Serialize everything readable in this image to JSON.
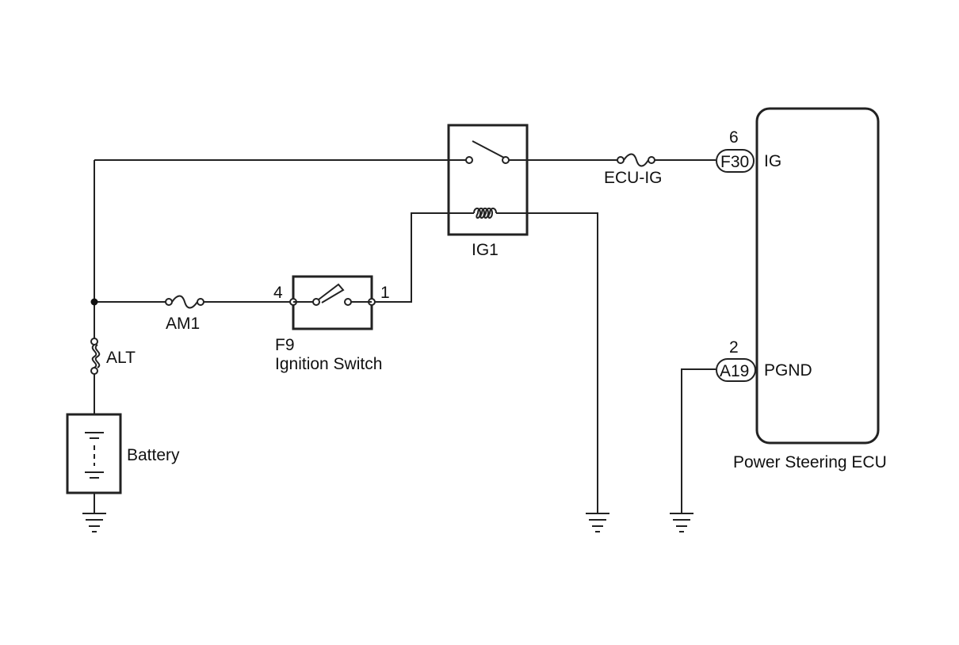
{
  "components": {
    "battery": {
      "label": "Battery"
    },
    "alt_fuse": {
      "label": "ALT"
    },
    "am1_fuse": {
      "label": "AM1"
    },
    "ignition_switch": {
      "connector": "F9",
      "label": "Ignition Switch",
      "pin_in": "4",
      "pin_out": "1"
    },
    "ig1_relay": {
      "label": "IG1"
    },
    "ecu_ig_fuse": {
      "label": "ECU-IG"
    },
    "ecu": {
      "label": "Power Steering ECU",
      "pins": [
        {
          "pin": "6",
          "connector": "F30",
          "signal": "IG"
        },
        {
          "pin": "2",
          "connector": "A19",
          "signal": "PGND"
        }
      ]
    }
  }
}
